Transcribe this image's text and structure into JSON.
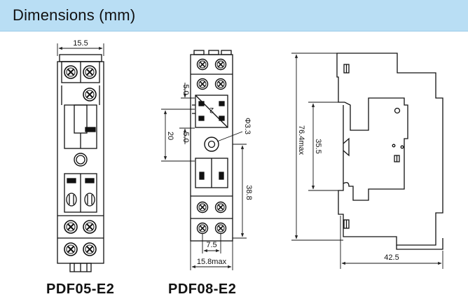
{
  "header": {
    "title": "Dimensions (mm)"
  },
  "models": [
    {
      "label": "PDF05-E2"
    },
    {
      "label": "PDF08-E2"
    }
  ],
  "dimensions": {
    "pdf05_width": "15.5",
    "pdf08_top_spacing": "5.0",
    "pdf08_mid_spacing": "5.0",
    "pdf08_height_20": "20",
    "pdf08_hole_diameter": "Φ3.3",
    "pdf08_lower_height": "38.8",
    "pdf08_pin_pitch": "7.5",
    "pdf08_width_max": "15.8max",
    "side_total_height": "76.4max",
    "side_rail_height": "35.5",
    "side_depth": "42.5"
  },
  "relay_marks": {
    "coil_mark": "2"
  }
}
